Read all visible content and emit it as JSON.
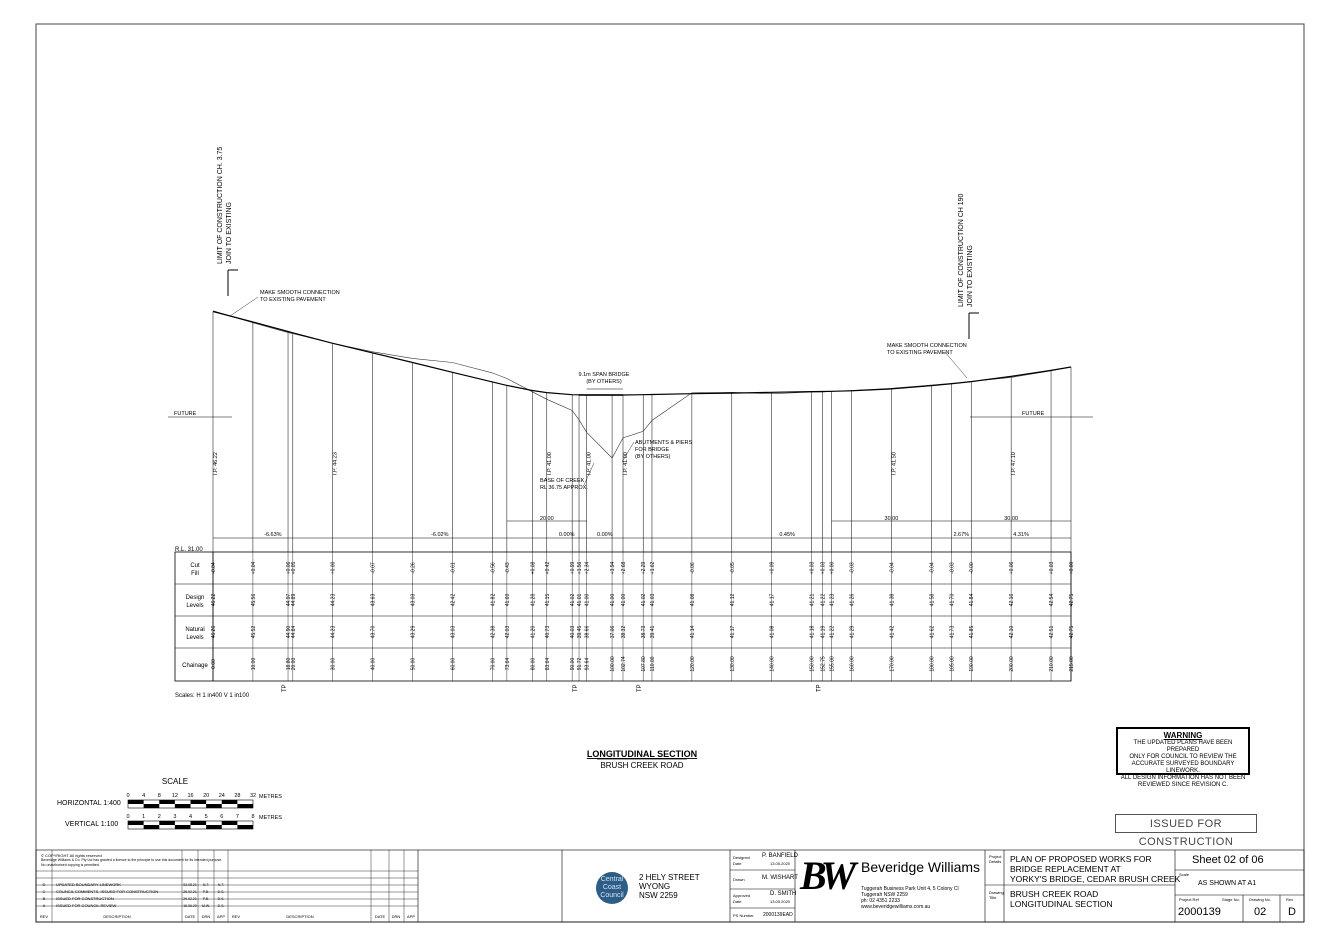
{
  "section": {
    "title": "LONGITUDINAL SECTION",
    "subtitle": "BRUSH CREEK ROAD",
    "scales_note": "Scales: H 1 in400 V 1 in100"
  },
  "annotations": {
    "limit_left": [
      "LIMIT OF CONSTRUCTION CH. 3.75",
      "JOIN TO EXISTING"
    ],
    "limit_right": [
      "LIMIT OF CONSTRUCTION CH 190",
      "JOIN TO EXISTING"
    ],
    "smooth_left": [
      "MAKE SMOOTH CONNECTION",
      "TO EXISTING PAVEMENT"
    ],
    "smooth_right": [
      "MAKE SMOOTH CONNECTION",
      "TO EXISTING PAVEMENT"
    ],
    "bridge": [
      "9.1m SPAN BRIDGE",
      "(BY OTHERS)"
    ],
    "abutments": [
      "ABUTMENTS & PIERS",
      "FOR BRIDGE",
      "(BY OTHERS)"
    ],
    "creek_base": [
      "BASE OF CREEK",
      "RL 36.75 APPROX."
    ],
    "future_left": "FUTURE",
    "future_right": "FUTURE",
    "datum": "R.L. 31.00",
    "tp": "TP"
  },
  "ip_labels": [
    {
      "ch": 0.0,
      "label": "I.P. 46.22"
    },
    {
      "ch": 30.0,
      "label": "I.P. 44.23"
    },
    {
      "ch": 83.64,
      "label": "I.P. 41.00"
    },
    {
      "ch": 93.64,
      "label": "I.P. 41.00"
    },
    {
      "ch": 102.74,
      "label": "I.P. 41.00"
    },
    {
      "ch": 170.0,
      "label": "I.P. 41.50"
    },
    {
      "ch": 200.0,
      "label": "I.P. 47.10"
    }
  ],
  "vc_lengths": [
    {
      "from": 73.64,
      "to": 93.64,
      "label": "20.00"
    },
    {
      "from": 155.0,
      "to": 185.0,
      "label": "30.00"
    },
    {
      "from": 185.0,
      "to": 215.0,
      "label": "30.00"
    }
  ],
  "grades": [
    {
      "from": 0.0,
      "to": 30.0,
      "label": "-6.63%"
    },
    {
      "from": 30.0,
      "to": 83.64,
      "label": "-6.02%"
    },
    {
      "from": 83.64,
      "to": 93.64,
      "label": "0.00%"
    },
    {
      "from": 93.64,
      "to": 102.74,
      "label": "0.00%"
    },
    {
      "from": 102.74,
      "to": 185.0,
      "label": "0.45%"
    },
    {
      "from": 185.0,
      "to": 190.0,
      "label": "2.67%"
    },
    {
      "from": 190.0,
      "to": 215.0,
      "label": "4.31%"
    }
  ],
  "table": {
    "row_labels": [
      [
        "Cut",
        "Fill"
      ],
      [
        "Design",
        "Levels"
      ],
      [
        "Natural",
        "Levels"
      ],
      [
        "Chainage"
      ]
    ],
    "rows": [
      {
        "ch": "0.00",
        "cf": "-0.04",
        "design": "46.22",
        "natural": "46.26"
      },
      {
        "ch": "10.00",
        "cf": "+0.04",
        "design": "45.56",
        "natural": "45.52"
      },
      {
        "ch": "18.80",
        "cf": "+0.06",
        "design": "44.97",
        "natural": "44.90"
      },
      {
        "ch": "20.00",
        "cf": "+0.05",
        "design": "44.89",
        "natural": "44.84"
      },
      {
        "ch": "30.00",
        "cf": "+0.00",
        "design": "44.23",
        "natural": "44.23"
      },
      {
        "ch": "40.00",
        "cf": "-0.07",
        "design": "43.63",
        "natural": "43.70"
      },
      {
        "ch": "50.00",
        "cf": "-0.26",
        "design": "43.03",
        "natural": "43.29"
      },
      {
        "ch": "60.00",
        "cf": "-0.61",
        "design": "42.42",
        "natural": "43.03"
      },
      {
        "ch": "70.00",
        "cf": "-0.56",
        "design": "41.82",
        "natural": "42.38"
      },
      {
        "ch": "73.64",
        "cf": "-0.43",
        "design": "41.60",
        "natural": "42.03"
      },
      {
        "ch": "80.00",
        "cf": "+0.08",
        "design": "41.28",
        "natural": "41.20"
      },
      {
        "ch": "83.64",
        "cf": "+0.42",
        "design": "41.15",
        "natural": "40.73"
      },
      {
        "ch": "90.00",
        "cf": "+0.99",
        "design": "41.02",
        "natural": "40.03"
      },
      {
        "ch": "91.72",
        "cf": "+1.56",
        "design": "41.01",
        "natural": "39.45"
      },
      {
        "ch": "93.64",
        "cf": "+2.34",
        "design": "41.00",
        "natural": "38.66"
      },
      {
        "ch": "100.00",
        "cf": "+3.94",
        "design": "41.00",
        "natural": "37.06"
      },
      {
        "ch": "102.74",
        "cf": "+2.68",
        "design": "41.00",
        "natural": "38.32"
      },
      {
        "ch": "107.80",
        "cf": "+2.29",
        "design": "41.02",
        "natural": "38.73"
      },
      {
        "ch": "110.00",
        "cf": "+1.62",
        "design": "41.03",
        "natural": "39.41"
      },
      {
        "ch": "120.00",
        "cf": "-0.06",
        "design": "41.08",
        "natural": "41.14"
      },
      {
        "ch": "130.00",
        "cf": "-0.05",
        "design": "41.12",
        "natural": "41.17"
      },
      {
        "ch": "140.00",
        "cf": "+0.09",
        "design": "41.17",
        "natural": "41.08"
      },
      {
        "ch": "150.00",
        "cf": "+0.03",
        "design": "41.21",
        "natural": "41.18"
      },
      {
        "ch": "152.75",
        "cf": "+0.03",
        "design": "41.22",
        "natural": "41.19"
      },
      {
        "ch": "155.00",
        "cf": "+0.00",
        "design": "41.23",
        "natural": "41.22"
      },
      {
        "ch": "160.00",
        "cf": "-0.03",
        "design": "41.26",
        "natural": "41.29"
      },
      {
        "ch": "170.00",
        "cf": "-0.04",
        "design": "41.38",
        "natural": "41.42"
      },
      {
        "ch": "180.00",
        "cf": "-0.04",
        "design": "41.58",
        "natural": "41.62"
      },
      {
        "ch": "185.00",
        "cf": "-0.03",
        "design": "41.70",
        "natural": "41.73"
      },
      {
        "ch": "190.00",
        "cf": "-0.00",
        "design": "41.84",
        "natural": "41.85"
      },
      {
        "ch": "200.00",
        "cf": "+0.06",
        "design": "42.16",
        "natural": "42.10"
      },
      {
        "ch": "210.00",
        "cf": "+0.03",
        "design": "42.54",
        "natural": "42.51"
      },
      {
        "ch": "215.00",
        "cf": "+0.00",
        "design": "42.75",
        "natural": "42.75"
      }
    ],
    "tp_chainages": [
      18.8,
      91.72,
      107.8,
      152.75
    ]
  },
  "scale_bar": {
    "title": "SCALE",
    "horizontal_label": "HORIZONTAL 1:400",
    "horizontal_ticks": [
      "0",
      "4",
      "8",
      "12",
      "16",
      "20",
      "24",
      "28",
      "32"
    ],
    "horizontal_unit": "METRES",
    "vertical_label": "VERTICAL 1:100",
    "vertical_ticks": [
      "0",
      "1",
      "2",
      "3",
      "4",
      "5",
      "6",
      "7",
      "8"
    ],
    "vertical_unit": "METRES"
  },
  "warning": {
    "heading": "WARNING",
    "lines": [
      "THE UPDATED PLANS HAVE BEEN PREPARED",
      "ONLY FOR COUNCIL TO REVIEW THE",
      "ACCURATE SURVEYED BOUNDARY LINEWORK.",
      "ALL DESIGN INFORMATION HAS NOT BEEN",
      "REVIEWED SINCE REVISION C."
    ]
  },
  "issued": "ISSUED FOR CONSTRUCTION",
  "title_block": {
    "copyright": [
      "© COPYRIGHT  All rights reserved",
      "Beveridge Williams & Co. Pty Ltd has granted a licence to the principle to use this document for its intended purpose.",
      "No unauthorised copying is permitted."
    ],
    "revisions": [
      {
        "rev": "D",
        "desc": "UPDATED BOUNDARY LINEWORK",
        "date": "03.08.21",
        "drn": "N.T.",
        "app": "N.T."
      },
      {
        "rev": "C",
        "desc": "COUNCIL COMMENTS, ISSUED FOR CONSTRUCTION",
        "date": "26.02.21",
        "drn": "P.B.",
        "app": "D.S."
      },
      {
        "rev": "B",
        "desc": "ISSUED FOR CONSTRUCTION",
        "date": "29.02.21",
        "drn": "P.B.",
        "app": "D.S."
      },
      {
        "rev": "A",
        "desc": "ISSUED FOR COUNCIL REVIEW",
        "date": "16.06.20",
        "drn": "M.W.",
        "app": "D.S."
      }
    ],
    "rev_headers": [
      "REV",
      "DESCRIPTION",
      "DATE",
      "DRN",
      "APP"
    ],
    "council_logo": [
      "Central",
      "Coast",
      "Council"
    ],
    "client_address": [
      "2 HELY STREET",
      "WYONG",
      "NSW 2259"
    ],
    "designed_label": "Designed",
    "designed_by": "P. BANFIELD",
    "date_label": "Date",
    "designed_date": "13.05.2020",
    "drawn_label": "Drawn",
    "drawn_by": "M. WISHART",
    "approved_label": "Approved",
    "approved_by": "D. SMITH",
    "approved_date": "13.05.2020",
    "ps_label": "PS Number",
    "ps_number": "2000139EAD",
    "firm_name": "Beveridge Williams",
    "firm_address": [
      "Tuggerah Business Park Unit 4, 5 Colony Cl",
      "Tuggerah NSW 2259",
      "ph: 02 4351 2233",
      "www.beveridgewilliams.com.au"
    ],
    "project_details_label": [
      "Project",
      "Details"
    ],
    "project_details": [
      "PLAN OF PROPOSED WORKS FOR",
      "BRIDGE REPLACEMENT AT",
      "YORKY'S BRIDGE, CEDAR BRUSH CREEK"
    ],
    "drawing_title_label": [
      "Drawing",
      "Title"
    ],
    "drawing_title": [
      "BRUSH CREEK ROAD",
      "LONGITUDINAL SECTION"
    ],
    "sheet": "Sheet  02  of  06",
    "scale_label": "Scale",
    "scale_value": "AS SHOWN AT A1",
    "project_ref_label": "Project Ref",
    "stage_label": "Stage No.",
    "drawing_no_label": "Drawing No.",
    "rev_label": "Rev",
    "project_ref": "2000139",
    "drawing_no": "02",
    "rev": "D"
  }
}
